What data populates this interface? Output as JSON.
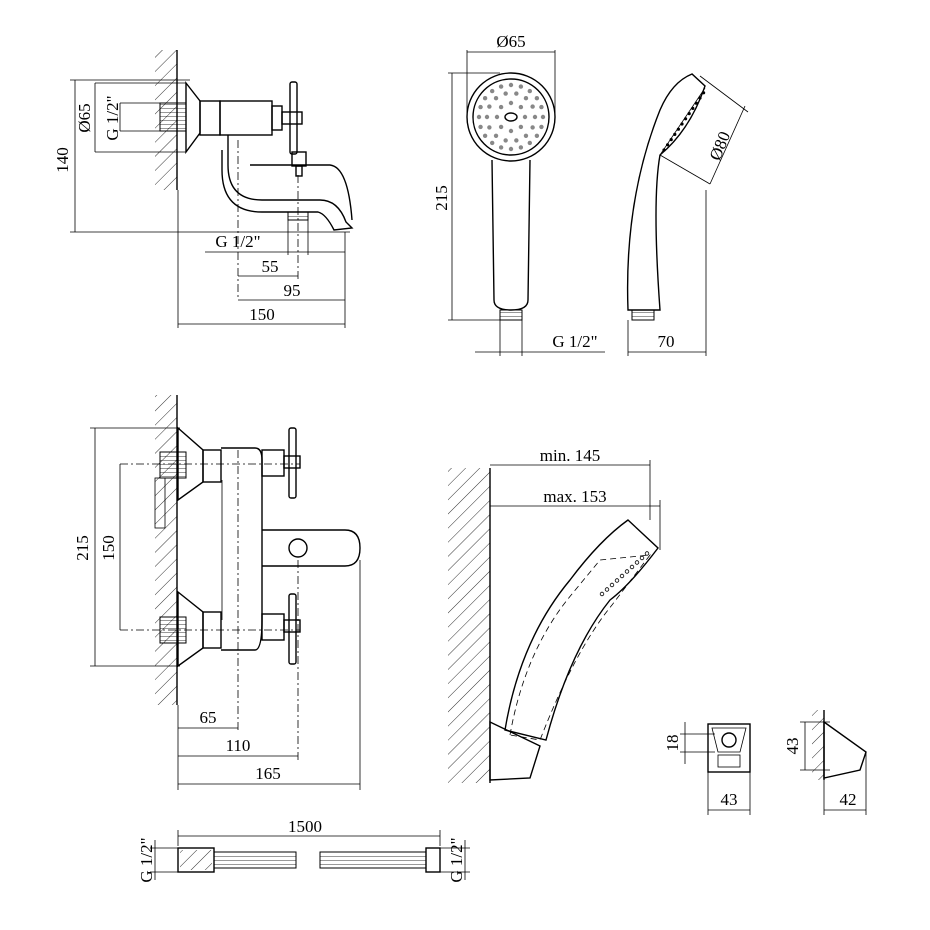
{
  "mixer_side_view": {
    "dim_height": "140",
    "dim_flange": "Ø65",
    "dim_thread": "G 1/2\"",
    "dim_outlet_thread": "G 1/2\"",
    "dim_55": "55",
    "dim_95": "95",
    "dim_150": "150"
  },
  "shower_head_front": {
    "dim_diameter": "Ø65",
    "dim_length": "215",
    "dim_thread": "G 1/2\""
  },
  "shower_head_side": {
    "dim_diameter": "Ø80",
    "dim_width": "70"
  },
  "mixer_front_view": {
    "dim_height": "215",
    "dim_center": "150",
    "dim_65": "65",
    "dim_110": "110",
    "dim_165": "165"
  },
  "wall_mount": {
    "dim_min": "min. 145",
    "dim_max": "max. 153"
  },
  "holder": {
    "dim_18": "18",
    "dim_43_v": "43",
    "dim_43_h": "43",
    "dim_42": "42"
  },
  "hose": {
    "dim_length": "1500",
    "thread_left": "G 1/2\"",
    "thread_right": "G 1/2\""
  }
}
